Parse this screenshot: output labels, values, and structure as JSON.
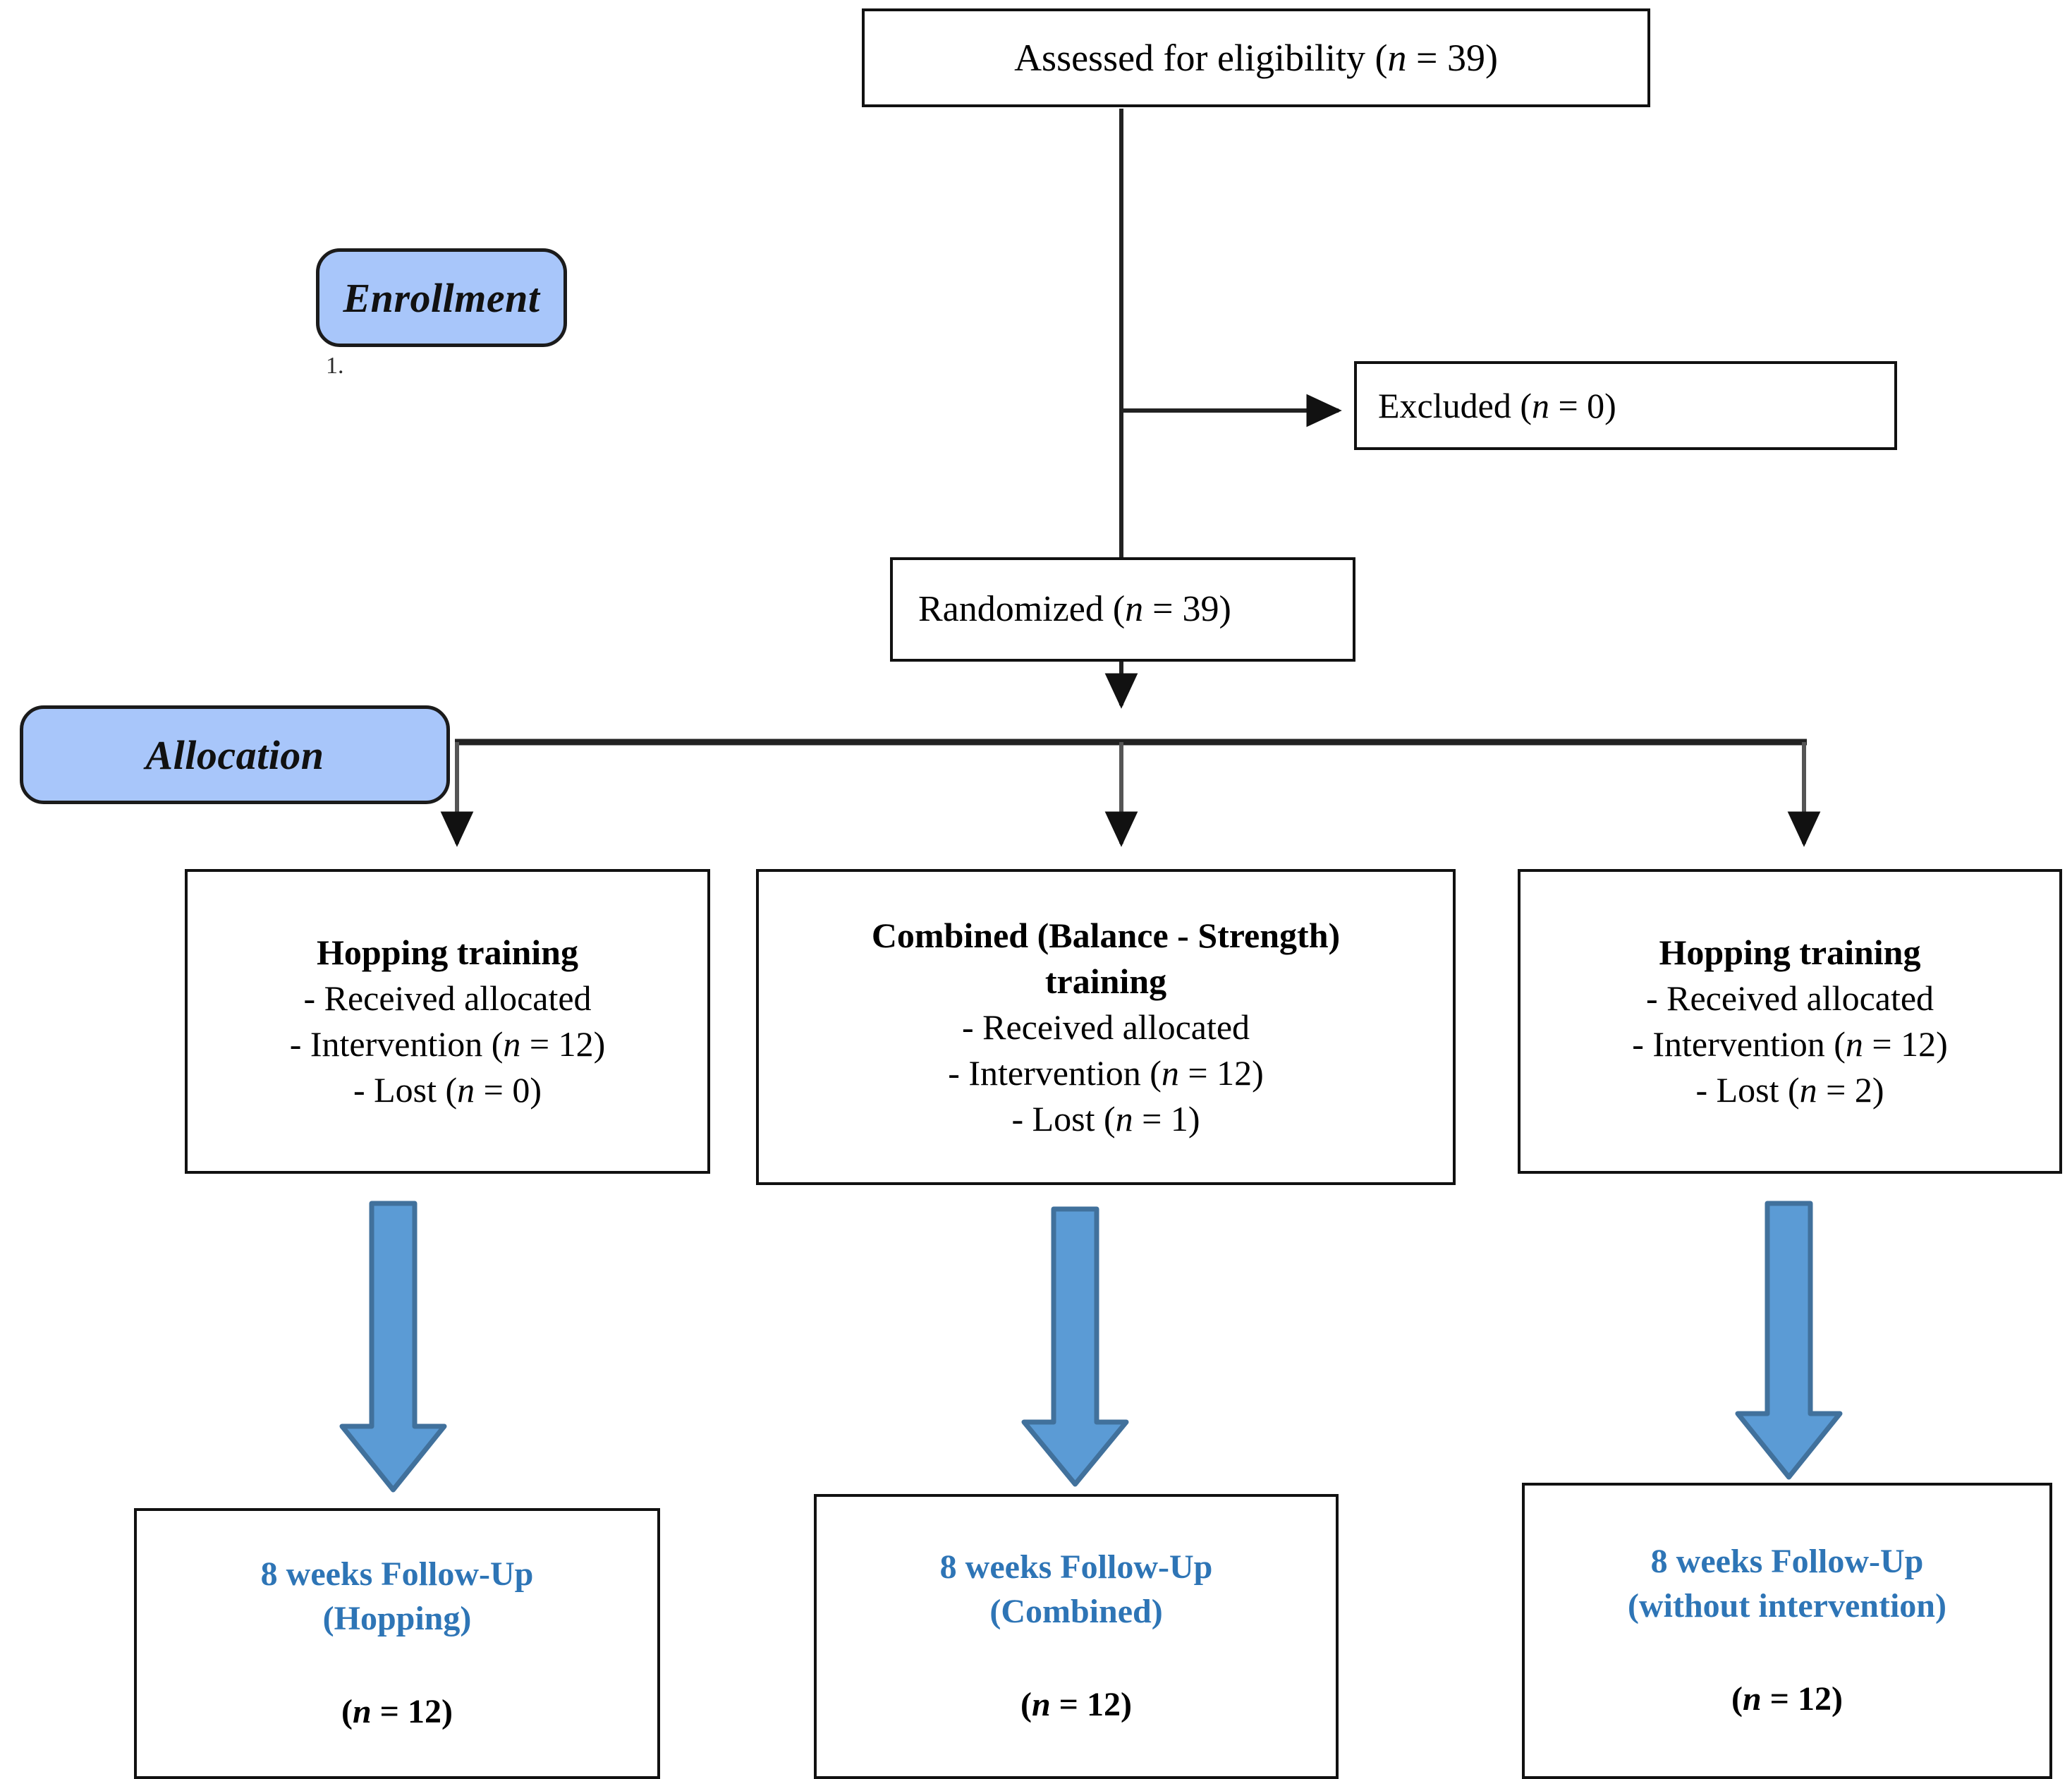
{
  "diagram": {
    "title": "CONSORT participant flow diagram",
    "colors": {
      "pill_fill": "#A8C6FA",
      "pill_border": "#1b1b1b",
      "box_border": "#111111",
      "blue_text": "#2E75B6",
      "block_arrow_fill": "#5B9BD5",
      "block_arrow_stroke": "#41719C",
      "connector_line": "#222222",
      "background": "#ffffff"
    }
  },
  "stages": {
    "enrollment_label": "Enrollment",
    "allocation_label": "Allocation"
  },
  "artifacts": {
    "stray_number": "1."
  },
  "assessed": {
    "text_prefix": "Assessed for eligibility (",
    "n_symbol": "n",
    "text_suffix": " = 39)"
  },
  "excluded": {
    "text_prefix": "Excluded (",
    "n_symbol": "n",
    "text_suffix": " = 0)"
  },
  "randomized": {
    "text_prefix": "Randomized (",
    "n_symbol": "n",
    "text_suffix": " = 39)"
  },
  "allocation_groups": [
    {
      "id": "hopping",
      "title": "Hopping training",
      "title_line2": "",
      "received": "- Received allocated",
      "intervention_prefix": "- Intervention (",
      "intervention_n": "n",
      "intervention_suffix": " = 12)",
      "lost_prefix": "- Lost (",
      "lost_n": "n",
      "lost_suffix": " = 0)"
    },
    {
      "id": "combined",
      "title": "Combined (Balance - Strength)",
      "title_line2": "training",
      "received": "- Received allocated",
      "intervention_prefix": "- Intervention (",
      "intervention_n": "n",
      "intervention_suffix": " = 12)",
      "lost_prefix": "- Lost (",
      "lost_n": "n",
      "lost_suffix": " = 1)"
    },
    {
      "id": "control",
      "title": "Hopping training",
      "title_line2": "",
      "received": "- Received allocated",
      "intervention_prefix": "- Intervention (",
      "intervention_n": "n",
      "intervention_suffix": " = 12)",
      "lost_prefix": "- Lost (",
      "lost_n": "n",
      "lost_suffix": " = 2)"
    }
  ],
  "followups": [
    {
      "id": "hopping",
      "line1": "8 weeks Follow-Up",
      "line2": "(Hopping)",
      "count_prefix": "(",
      "count_n": "n",
      "count_suffix": " = 12)"
    },
    {
      "id": "combined",
      "line1": "8 weeks Follow-Up",
      "line2": "(Combined)",
      "count_prefix": "(",
      "count_n": "n",
      "count_suffix": " = 12)"
    },
    {
      "id": "control",
      "line1": "8 weeks Follow-Up",
      "line2": "(without intervention)",
      "count_prefix": "(",
      "count_n": "n",
      "count_suffix": " = 12)"
    }
  ]
}
